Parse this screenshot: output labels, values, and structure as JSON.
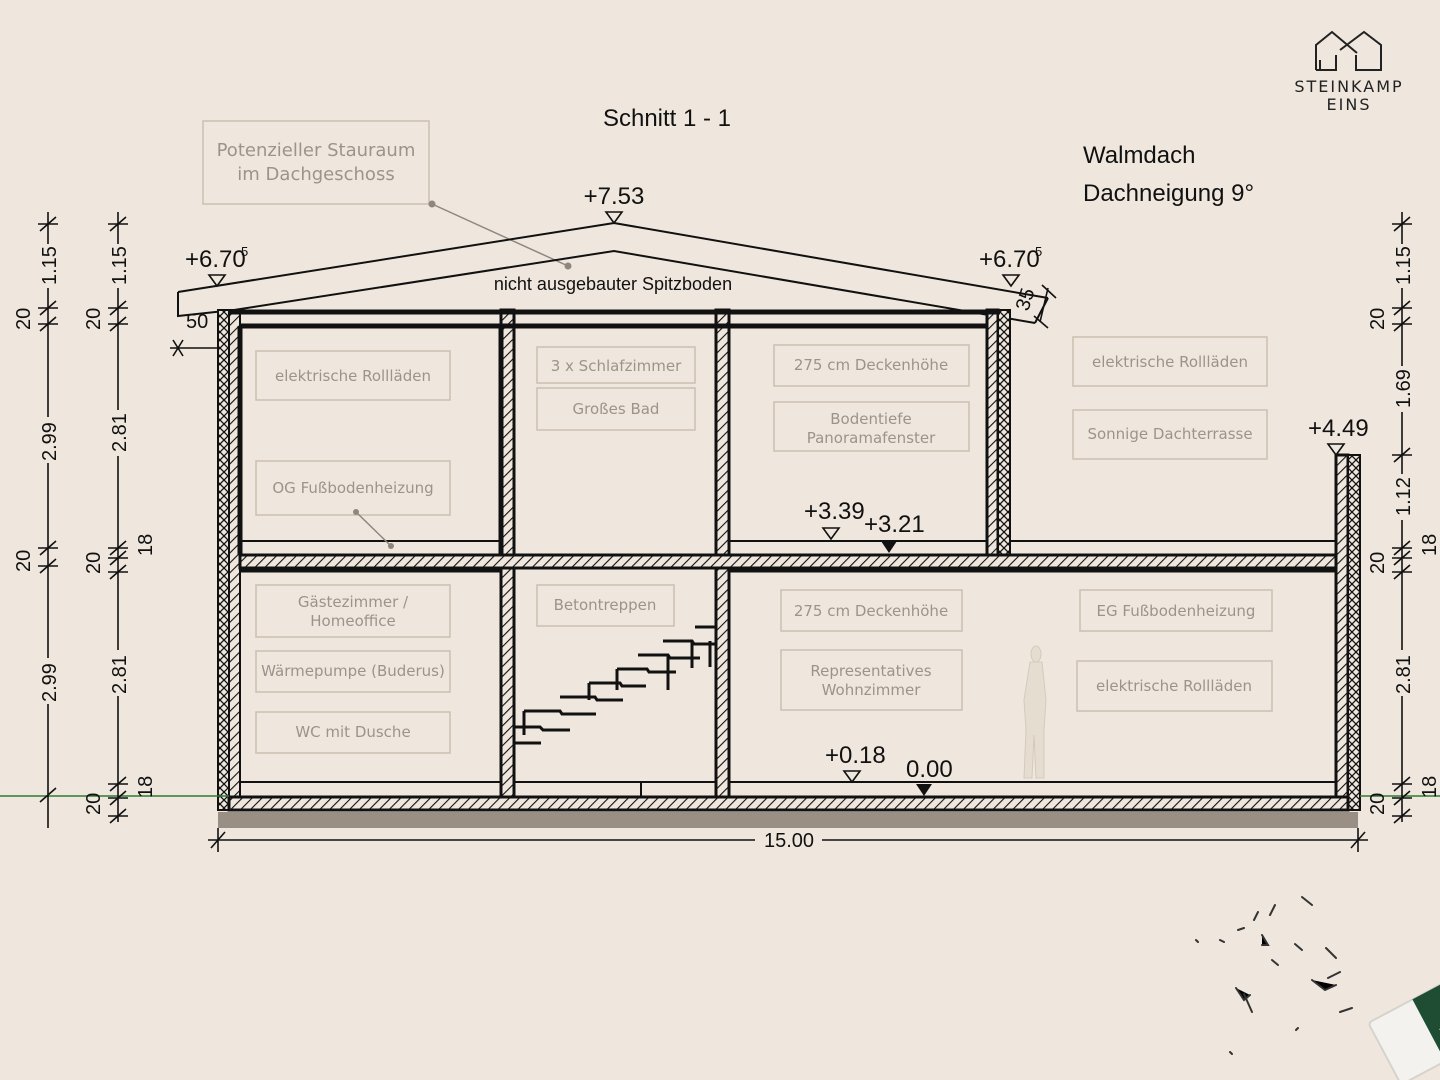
{
  "logo": {
    "line1": "STEINKAMP",
    "line2": "EINS"
  },
  "title": "Schnitt 1 - 1",
  "roof_info": {
    "type": "Walmdach",
    "pitch": "Dachneigung 9°"
  },
  "callouts": {
    "storage": {
      "line1": "Potenzieller Stauraum",
      "line2": "im Dachgeschoss"
    },
    "attic": "nicht ausgebauter Spitzboden"
  },
  "levels": {
    "ridge": "+7.53",
    "eave_left": "+6.70",
    "eave_left_sup": "5",
    "eave_right": "+6.70",
    "eave_right_sup": "5",
    "parapet": "+4.49",
    "og_finish": "+3.39",
    "og_raw": "+3.21",
    "eg_finish": "+0.18",
    "eg_raw": "0.00"
  },
  "dimensions": {
    "overhang": "50",
    "fascia": "35",
    "width_total": "15.00",
    "left_outer": [
      "1.15",
      "20",
      "2.99",
      "20",
      "2.99"
    ],
    "left_inner": [
      "1.15",
      "20",
      "2.81",
      "20",
      "18",
      "2.81",
      "20",
      "18"
    ],
    "right": [
      "1.15",
      "20",
      "1.69",
      "1.12",
      "20",
      "18",
      "2.81",
      "20",
      "18"
    ]
  },
  "rooms": {
    "og_left": [
      "elektrische Rollläden",
      "OG Fußbodenheizung"
    ],
    "og_middle": [
      "3 x Schlafzimmer",
      "Großes Bad"
    ],
    "og_right": [
      "275 cm Deckenhöhe",
      "Bodentiefe",
      "Panoramafenster"
    ],
    "terrace": [
      "elektrische Rollläden",
      "Sonnige Dachterrasse"
    ],
    "eg_left": [
      "Gästezimmer /",
      "Homeoffice",
      "Wärmepumpe (Buderus)",
      "WC mit Dusche"
    ],
    "eg_middle": [
      "Betontreppen"
    ],
    "eg_right": [
      "275 cm Deckenhöhe",
      "Representatives",
      "Wohnzimmer",
      "EG Fußbodenheizung",
      "elektrische Rollläden"
    ]
  },
  "colors": {
    "background": "#efe7dd",
    "ground_line": "#2e7d32",
    "foundation": "#9a8f85",
    "label_text": "#9c948a",
    "label_border": "#cbbfae"
  }
}
